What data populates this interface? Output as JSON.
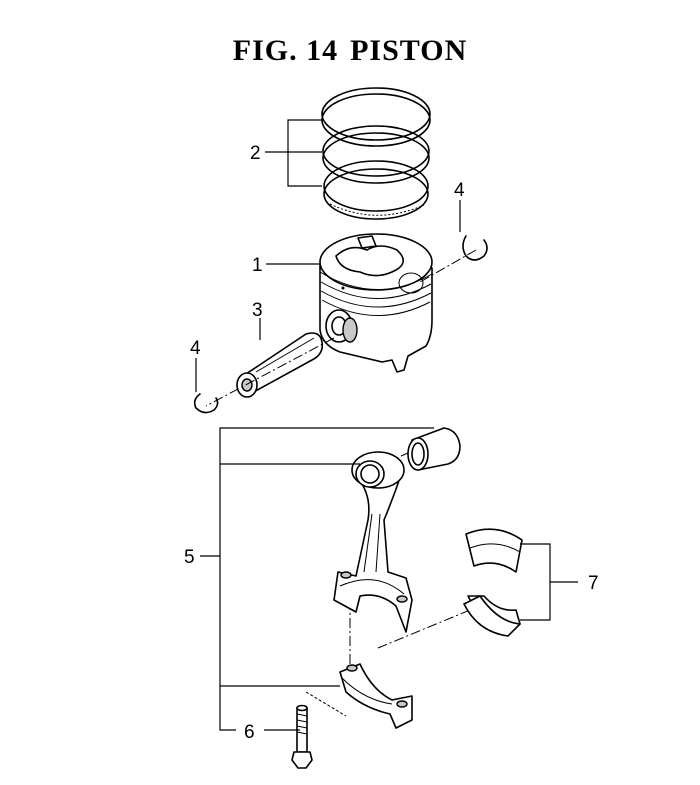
{
  "figure": {
    "number": "FIG. 14",
    "name": "PISTON"
  },
  "callouts": [
    "1",
    "2",
    "3",
    "4",
    "4",
    "5",
    "6",
    "7"
  ]
}
